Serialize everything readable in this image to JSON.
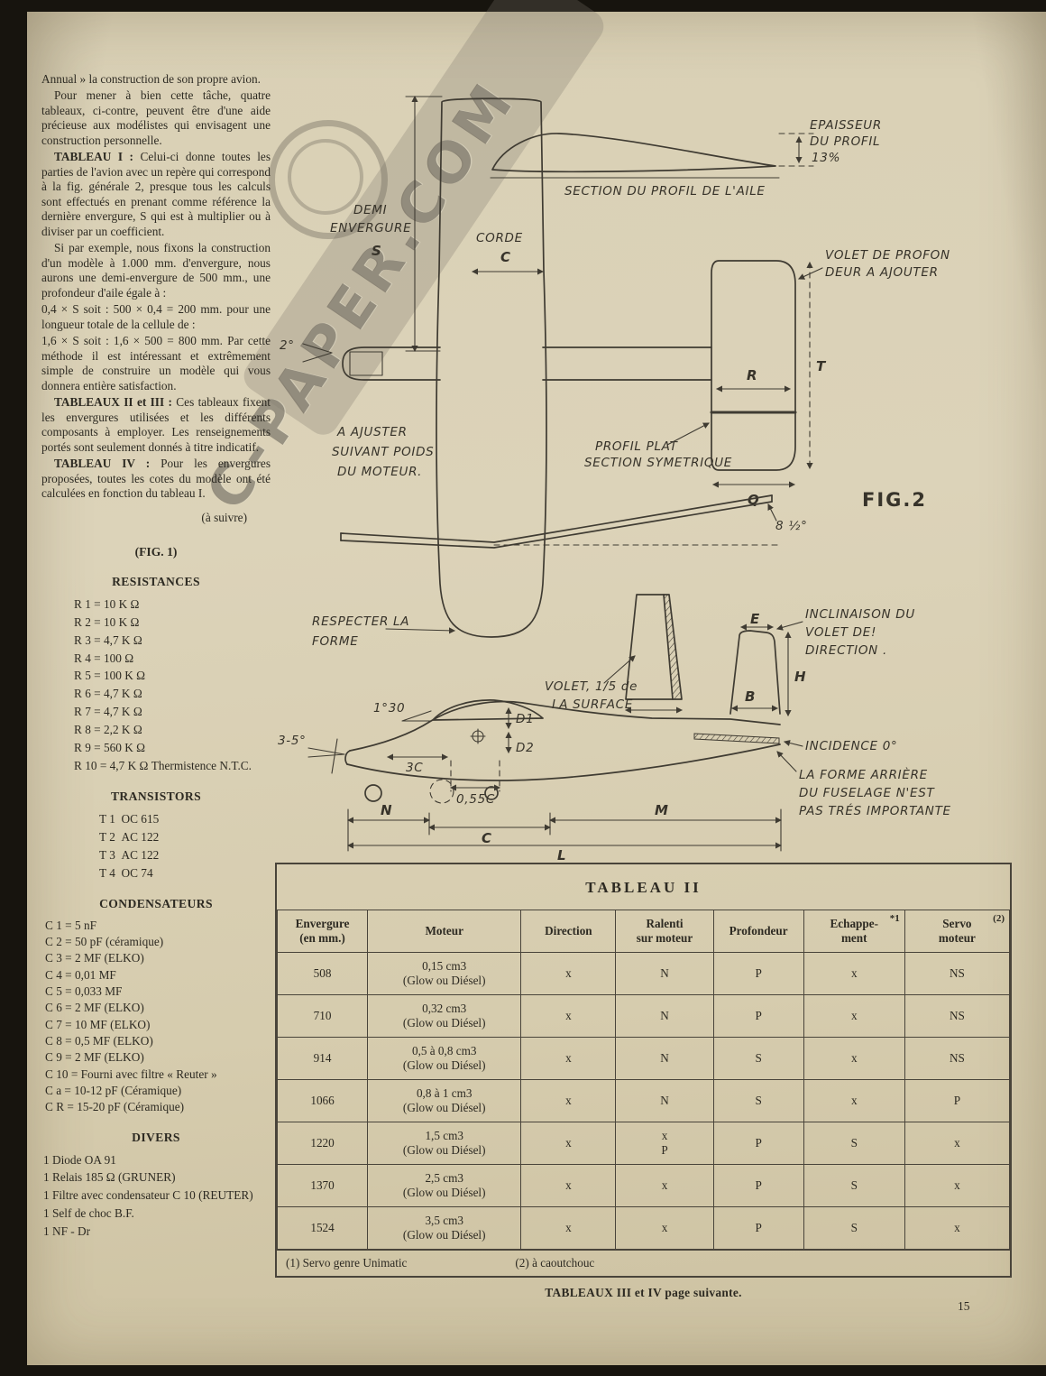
{
  "page": {
    "number": "15"
  },
  "watermark": {
    "text": "C-PAPER.COM"
  },
  "article": {
    "paragraphs": [
      {
        "bold": "",
        "text": "Annual » la construction de son propre avion."
      },
      {
        "bold": "",
        "text": "Pour mener à bien cette tâche, quatre tableaux, ci-contre, peuvent être d'une aide précieuse aux modélistes qui envisagent une construction personnelle."
      },
      {
        "bold": "TABLEAU I : ",
        "text": "Celui-ci donne toutes les parties de l'avion avec un repère qui correspond à la fig. générale 2, presque tous les calculs sont effectués en prenant comme référence la dernière envergure, S qui est à multiplier ou à diviser par un coefficient."
      },
      {
        "bold": "",
        "text": "Si par exemple, nous fixons la construction d'un modèle à 1.000 mm. d'envergure, nous aurons une demi-envergure de 500 mm., une profondeur d'aile égale à :"
      },
      {
        "bold": "",
        "text": "0,4 × S soit : 500 × 0,4 = 200 mm. pour une longueur totale de la cellule de :"
      },
      {
        "bold": "",
        "text": "1,6 × S soit : 1,6 × 500 = 800 mm. Par cette méthode il est intéressant et extrêmement simple de construire un modèle qui vous donnera entière satisfaction."
      },
      {
        "bold": "TABLEAUX II et III : ",
        "text": "Ces tableaux fixent les envergures utilisées et les différents composants à employer. Les renseignements portés sont seulement donnés à titre indicatif."
      },
      {
        "bold": "TABLEAU IV : ",
        "text": "Pour les envergures proposées, toutes les cotes du modèle ont été calculées en fonction du tableau I."
      },
      {
        "bold": "",
        "text": "(à suivre)"
      }
    ]
  },
  "components": {
    "fig_title": "(FIG. 1)",
    "resistances_title": "RESISTANCES",
    "resistances": [
      "R 1 = 10 K Ω",
      "R 2 = 10 K Ω",
      "R 3 = 4,7 K Ω",
      "R 4 = 100 Ω",
      "R 5 = 100 K Ω",
      "R 6 = 4,7 K Ω",
      "R 7 = 4,7 K Ω",
      "R 8 = 2,2 K Ω",
      "R 9 = 560 K Ω",
      "R 10 = 4,7 K Ω Thermistence N.T.C."
    ],
    "transistors_title": "TRANSISTORS",
    "transistors": [
      "T 1  OC 615",
      "T 2  AC 122",
      "T 3  AC 122",
      "T 4  OC 74"
    ],
    "condensateurs_title": "CONDENSATEURS",
    "condensateurs": [
      "C 1 = 5 nF",
      "C 2 = 50 pF (céramique)",
      "C 3 = 2 MF (ELKO)",
      "C 4 = 0,01 MF",
      "C 5 = 0,033 MF",
      "C 6 = 2 MF (ELKO)",
      "C 7 = 10 MF (ELKO)",
      "C 8 = 0,5 MF (ELKO)",
      "C 9 = 2 MF (ELKO)",
      "C 10 = Fourni avec filtre « Reuter »",
      "C a = 10-12 pF (Céramique)",
      "C R = 15-20 pF (Céramique)"
    ],
    "divers_title": "DIVERS",
    "divers": [
      "1 Diode OA 91",
      "1 Relais 185 Ω (GRUNER)",
      "1 Filtre avec condensateur C 10 (REUTER)",
      "1 Self de choc B.F.",
      "1 NF - Dr"
    ]
  },
  "diagram": {
    "labels": {
      "epaisseur1": "EPAISSEUR",
      "epaisseur2": "DU PROFIL",
      "epaisseur3": "13%",
      "section_profil": "SECTION DU PROFIL DE L'AILE",
      "demi1": "DEMI",
      "demi2": "ENVERGURE",
      "demi3": "S",
      "corde1": "CORDE",
      "corde2": "C",
      "volet_prof1": "VOLET DE PROFON",
      "volet_prof2": "DEUR A AJOUTER",
      "deux_deg": "2°",
      "r": "R",
      "t": "T",
      "q": "Q",
      "ajuster1": "A AJUSTER",
      "ajuster2": "SUIVANT POIDS",
      "ajuster3": "DU MOTEUR.",
      "profil_plat1": "PROFIL PLAT",
      "profil_plat2": "SECTION SYMETRIQUE",
      "fig2": "FIG.2",
      "huit_deg": "8 ½°",
      "respecter1": "RESPECTER LA",
      "respecter2": "FORME",
      "inclinaison1": "INCLINAISON DU",
      "inclinaison2": "VOLET DE!",
      "inclinaison3": "DIRECTION .",
      "e": "E",
      "volet_surface1": "VOLET, 1/5 de",
      "volet_surface2": "LA SURFACE",
      "b": "B",
      "h": "H",
      "un30": "1°30",
      "trois5": "3-5°",
      "d1": "D1",
      "d2": "D2",
      "troisc": "3C",
      "c055": "0,55C",
      "n": "N",
      "c": "C",
      "m": "M",
      "l": "L",
      "incidence": "INCIDENCE 0°",
      "forme1": "LA FORME ARRIÈRE",
      "forme2": "DU FUSELAGE N'EST",
      "forme3": "PAS TRÉS IMPORTANTE"
    }
  },
  "table": {
    "title": "TABLEAU II",
    "headers": [
      {
        "line1": "Envergure",
        "line2": "(en mm.)"
      },
      {
        "line1": "Moteur"
      },
      {
        "line1": "Direction"
      },
      {
        "line1": "Ralenti",
        "line2": "sur moteur"
      },
      {
        "line1": "Profondeur"
      },
      {
        "line1": "Echappe-",
        "line2": "ment",
        "sup": "*1"
      },
      {
        "line1": "Servo",
        "line2": "moteur",
        "sup": "(2)"
      }
    ],
    "rows": [
      {
        "envergure": "508",
        "moteur": [
          "0,15 cm3",
          "(Glow ou Diésel)"
        ],
        "direction": "x",
        "ralenti": [
          "N"
        ],
        "profondeur": "P",
        "echappement": "x",
        "servo": "NS"
      },
      {
        "envergure": "710",
        "moteur": [
          "0,32 cm3",
          "(Glow ou Diésel)"
        ],
        "direction": "x",
        "ralenti": [
          "N"
        ],
        "profondeur": "P",
        "echappement": "x",
        "servo": "NS"
      },
      {
        "envergure": "914",
        "moteur": [
          "0,5 à 0,8 cm3",
          "(Glow ou Diésel)"
        ],
        "direction": "x",
        "ralenti": [
          "N"
        ],
        "profondeur": "S",
        "echappement": "x",
        "servo": "NS"
      },
      {
        "envergure": "1066",
        "moteur": [
          "0,8 à 1 cm3",
          "(Glow ou Diésel)"
        ],
        "direction": "x",
        "ralenti": [
          "N"
        ],
        "profondeur": "S",
        "echappement": "x",
        "servo": "P"
      },
      {
        "envergure": "1220",
        "moteur": [
          "1,5 cm3",
          "(Glow ou Diésel)"
        ],
        "direction": "x",
        "ralenti": [
          "x",
          "P"
        ],
        "profondeur": "P",
        "echappement": "S",
        "servo": "x"
      },
      {
        "envergure": "1370",
        "moteur": [
          "2,5 cm3",
          "(Glow ou Diésel)"
        ],
        "direction": "x",
        "ralenti": [
          "x"
        ],
        "profondeur": "P",
        "echappement": "S",
        "servo": "x"
      },
      {
        "envergure": "1524",
        "moteur": [
          "3,5 cm3",
          "(Glow ou Diésel)"
        ],
        "direction": "x",
        "ralenti": [
          "x"
        ],
        "profondeur": "P",
        "echappement": "S",
        "servo": "x"
      }
    ],
    "footnote1": "(1)  Servo  genre  Unimatic",
    "footnote2": "(2)  à  caoutchouc",
    "note": "TABLEAUX III et IV page suivante."
  }
}
